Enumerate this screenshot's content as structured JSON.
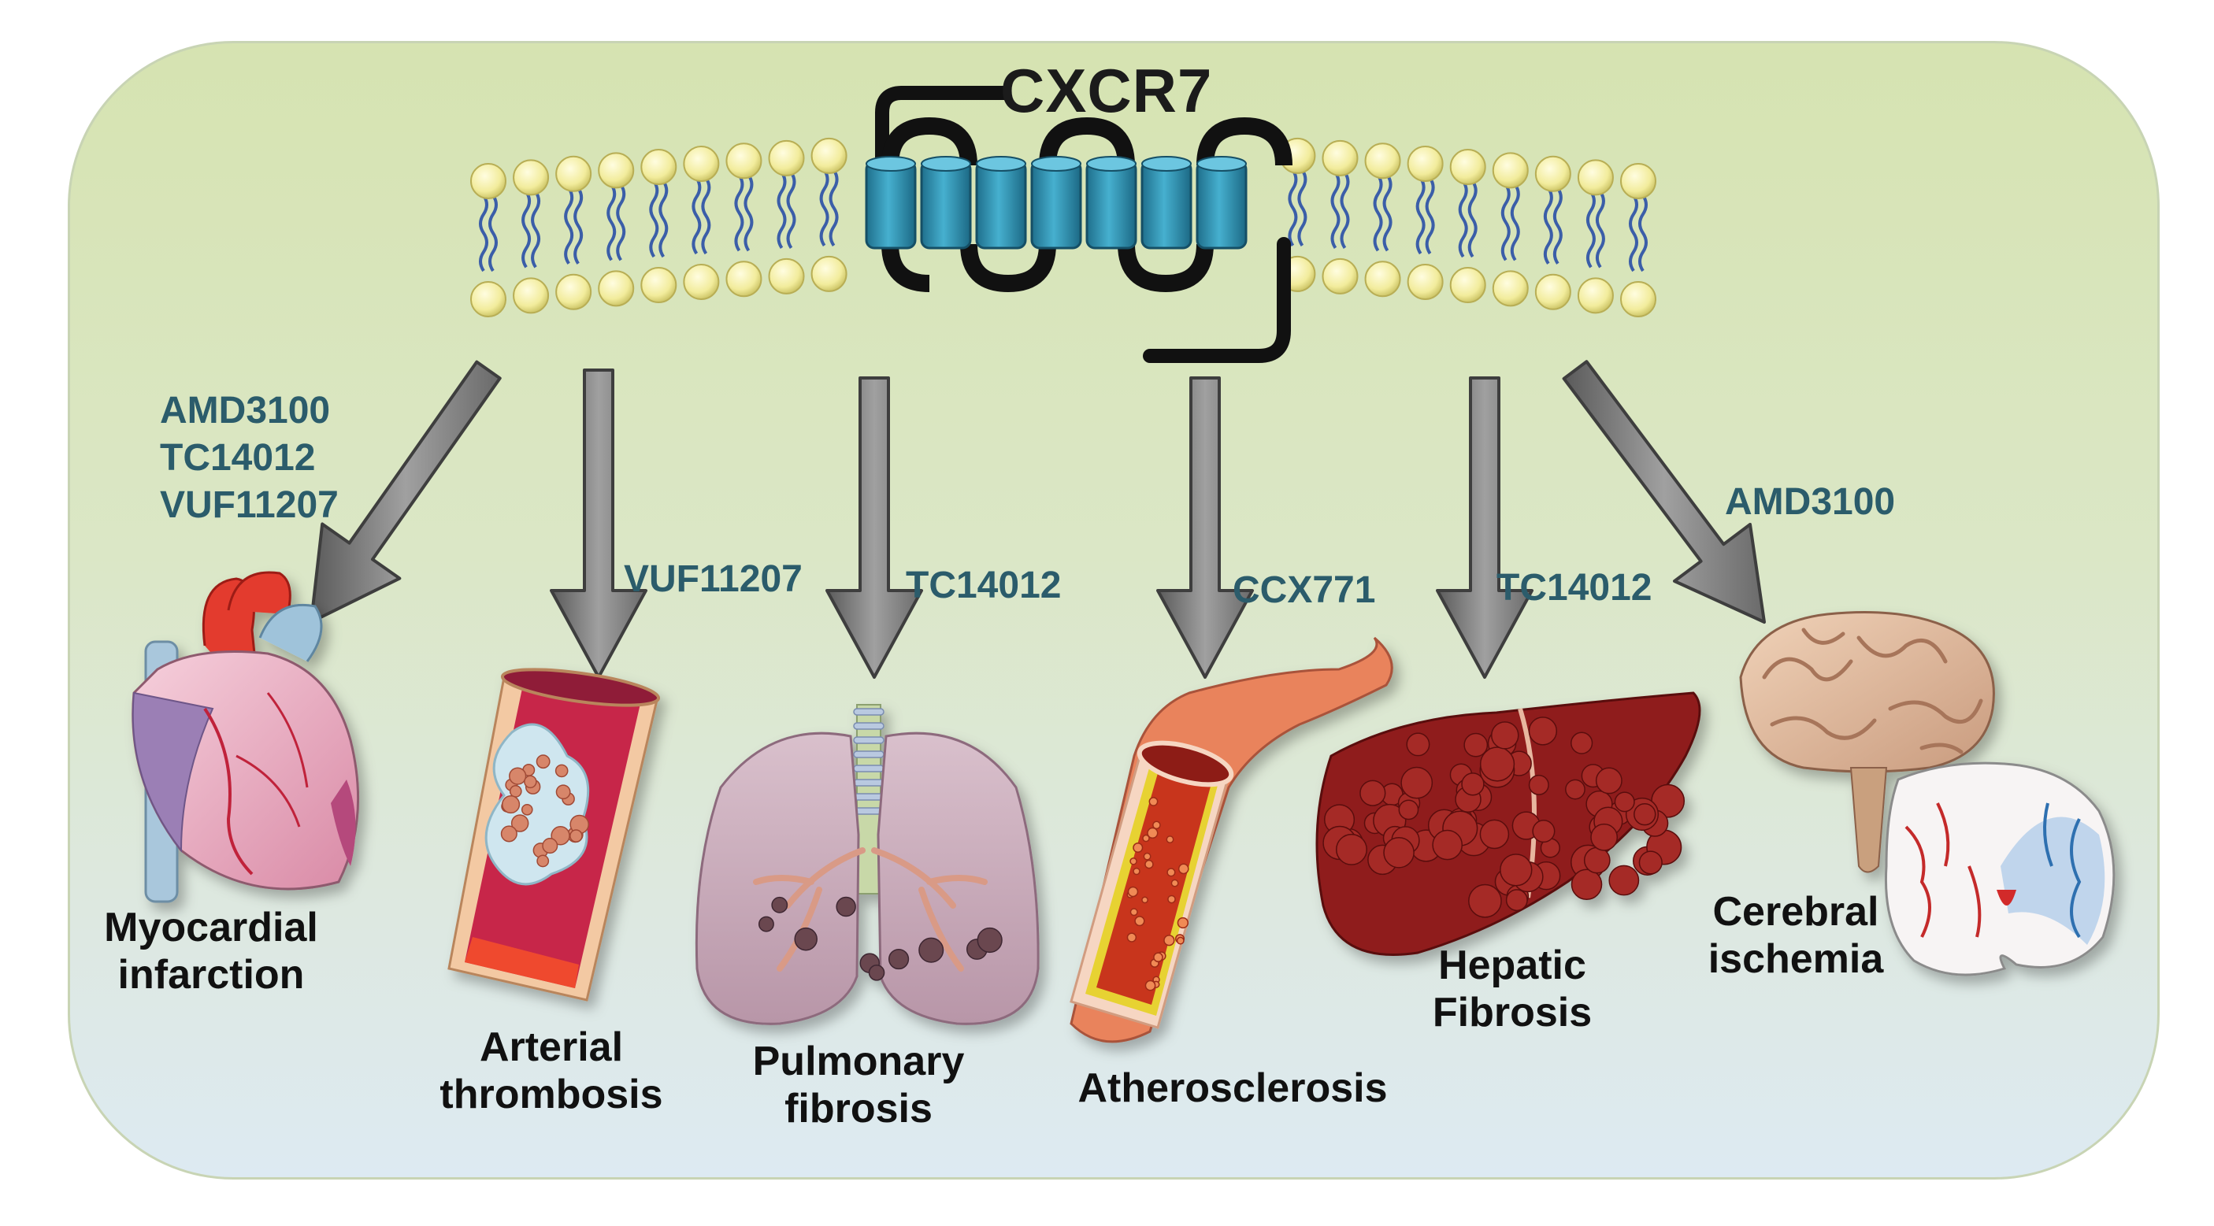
{
  "receptor": "CXCR7",
  "drugs": {
    "myocardial": [
      "AMD3100",
      "TC14012",
      "VUF11207"
    ],
    "arterial": "VUF11207",
    "pulmonary": "TC14012",
    "athero": "CCX771",
    "hepatic": "TC14012",
    "cerebral": "AMD3100"
  },
  "diseases": {
    "myocardial": [
      "Myocardial",
      "infarction"
    ],
    "arterial": [
      "Arterial",
      "thrombosis"
    ],
    "pulmonary": [
      "Pulmonary",
      "fibrosis"
    ],
    "athero": [
      "Atherosclerosis"
    ],
    "hepatic": [
      "Hepatic",
      "Fibrosis"
    ],
    "cerebral": [
      "Cerebral",
      "ischemia"
    ]
  },
  "icons": [
    "lipid-bilayer-icon",
    "receptor-icon",
    "heart-icon",
    "artery-thrombus-icon",
    "lungs-icon",
    "atherosclerotic-artery-icon",
    "liver-icon",
    "brain-icon",
    "brain-section-icon",
    "arrow-icon"
  ],
  "colors": {
    "drug_text": "#2b5c6b",
    "lipid_head": "#f2ec9c",
    "lipid_tail": "#3b5ea8",
    "receptor": "#2a8fb0",
    "arrow": "#7a7a7a"
  }
}
